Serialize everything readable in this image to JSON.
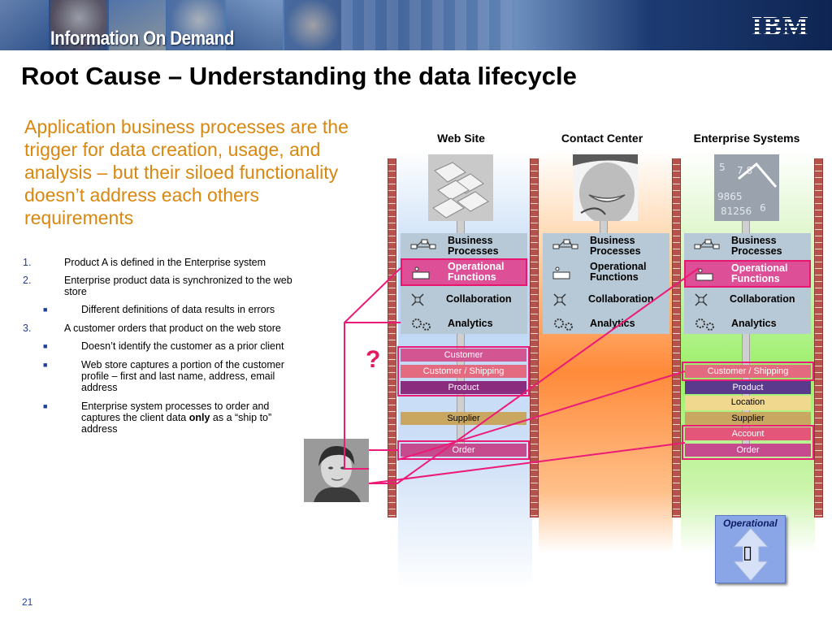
{
  "header": {
    "brand": "Information On Demand",
    "logo": "IBM"
  },
  "title": "Root Cause – Understanding the data lifecycle",
  "lead": "Application business processes are the trigger for data creation, usage, and analysis – but their siloed functionality doesn’t address each others requirements",
  "steps": [
    {
      "num": "1.",
      "text": "Product A is defined in the Enterprise system",
      "subs": []
    },
    {
      "num": "2.",
      "text": "Enterprise product data is synchronized to the web store",
      "subs": [
        "Different definitions of data results in errors"
      ]
    },
    {
      "num": "3.",
      "text": "A customer orders that product on the web store",
      "subs": [
        "Doesn’t identify the customer as a prior client",
        "Web store captures a portion of the customer profile – first and last name, address, email address"
      ]
    }
  ],
  "last_sub": {
    "before": "Enterprise system processes to order and captures the client data ",
    "bold": "only",
    "after": " as a “ship to” address"
  },
  "columns": {
    "web": {
      "title": "Web Site"
    },
    "contact": {
      "title": "Contact Center"
    },
    "enterprise": {
      "title": "Enterprise Systems"
    }
  },
  "panel_rows": {
    "business": [
      "Business",
      "Processes"
    ],
    "operational": [
      "Operational",
      "Functions"
    ],
    "collaboration": "Collaboration",
    "analytics": "Analytics"
  },
  "web_data": {
    "customer": "Customer",
    "customer_shipping": "Customer / Shipping",
    "product": "Product",
    "supplier": "Supplier",
    "order": "Order"
  },
  "ent_data": {
    "customer_shipping": "Customer / Shipping",
    "product": "Product",
    "location": "Location",
    "supplier": "Supplier",
    "account": "Account",
    "order": "Order"
  },
  "question_mark": "?",
  "operational_badge": {
    "label": "Operational",
    "glyph": "▯"
  },
  "page_number": "21",
  "colors": {
    "accent_orange": "#d9870f",
    "highlight_pink": "#ec1b77",
    "panel_blue": "#b7c9d6",
    "numbers_blue": "#1f3f9a"
  }
}
